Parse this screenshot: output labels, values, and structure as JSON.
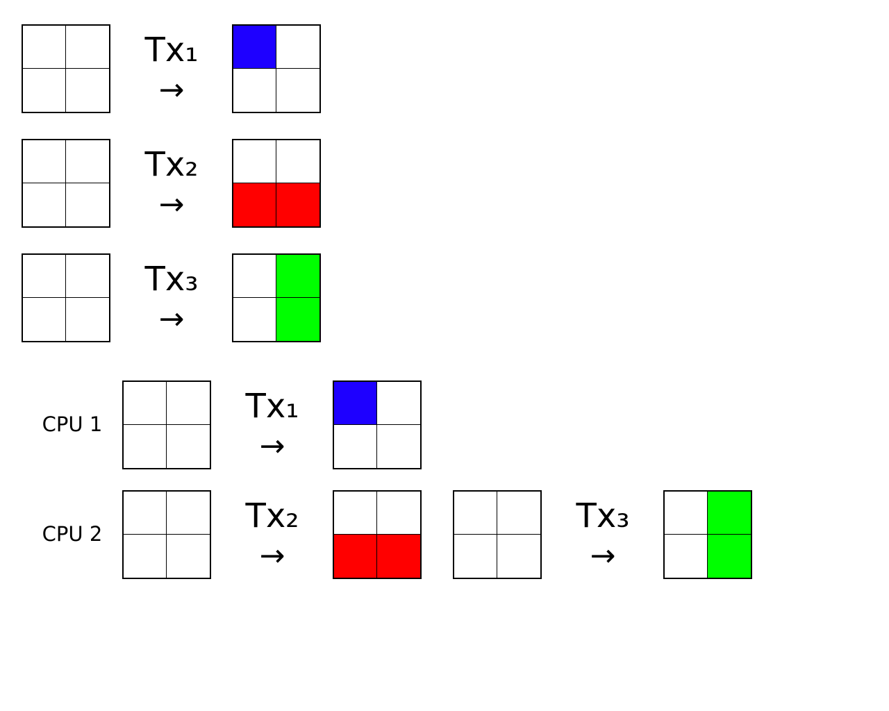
{
  "colors": {
    "empty": "#ffffff",
    "blue": "#1e00ff",
    "red": "#ff0000",
    "green": "#00ff00"
  },
  "arrow_glyph": "→",
  "serial": {
    "transactions": [
      {
        "label": "Tx₁",
        "before": [
          [
            "empty",
            "empty"
          ],
          [
            "empty",
            "empty"
          ]
        ],
        "after": [
          [
            "blue",
            "empty"
          ],
          [
            "empty",
            "empty"
          ]
        ]
      },
      {
        "label": "Tx₂",
        "before": [
          [
            "empty",
            "empty"
          ],
          [
            "empty",
            "empty"
          ]
        ],
        "after": [
          [
            "empty",
            "empty"
          ],
          [
            "red",
            "red"
          ]
        ]
      },
      {
        "label": "Tx₃",
        "before": [
          [
            "empty",
            "empty"
          ],
          [
            "empty",
            "empty"
          ]
        ],
        "after": [
          [
            "empty",
            "green"
          ],
          [
            "empty",
            "green"
          ]
        ]
      }
    ]
  },
  "parallel": {
    "cpus": [
      {
        "label": "CPU 1",
        "transactions": [
          {
            "label": "Tx₁",
            "before": [
              [
                "empty",
                "empty"
              ],
              [
                "empty",
                "empty"
              ]
            ],
            "after": [
              [
                "blue",
                "empty"
              ],
              [
                "empty",
                "empty"
              ]
            ]
          }
        ]
      },
      {
        "label": "CPU 2",
        "transactions": [
          {
            "label": "Tx₂",
            "before": [
              [
                "empty",
                "empty"
              ],
              [
                "empty",
                "empty"
              ]
            ],
            "after": [
              [
                "empty",
                "empty"
              ],
              [
                "red",
                "red"
              ]
            ]
          },
          {
            "label": "Tx₃",
            "before": [
              [
                "empty",
                "empty"
              ],
              [
                "empty",
                "empty"
              ]
            ],
            "after": [
              [
                "empty",
                "green"
              ],
              [
                "empty",
                "green"
              ]
            ]
          }
        ]
      }
    ]
  }
}
